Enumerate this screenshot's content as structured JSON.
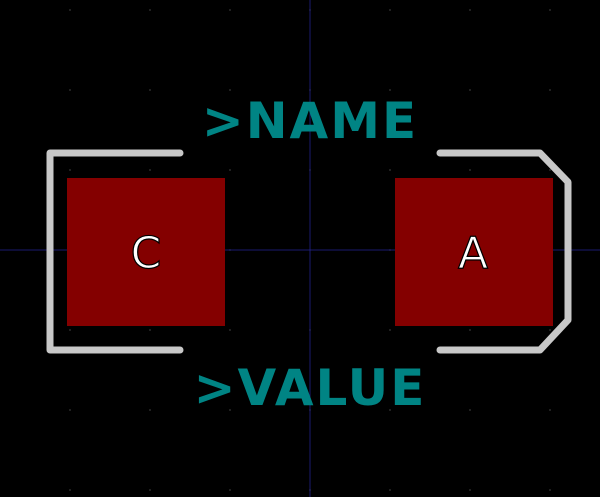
{
  "labels": {
    "name_field": ">NAME",
    "value_field": ">VALUE"
  },
  "pads": [
    {
      "label": "C"
    },
    {
      "label": "A"
    }
  ],
  "colors": {
    "background": "#000000",
    "grid_dots": "#2a2a2a",
    "axis": "#1a1a6e",
    "pad_fill": "#840000",
    "silkscreen": "#c8c8c8",
    "fab_text": "#008484",
    "pad_text": "#ffffff"
  }
}
